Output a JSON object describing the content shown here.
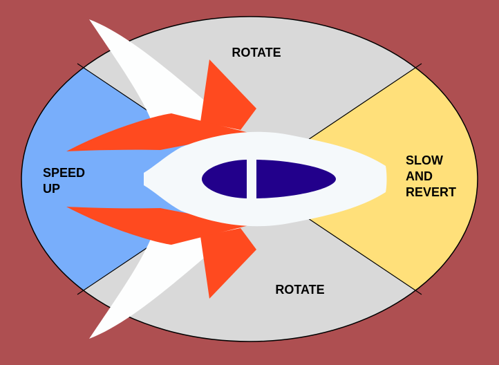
{
  "colors": {
    "background": "#ae4f51",
    "rotate_zone": "#d9d9d9",
    "speed_up_zone": "#78aefb",
    "slow_zone": "#ffe07a",
    "wing": "#fdfefe",
    "flame": "#ff4a1f",
    "hull": "#f5f9fb",
    "cockpit": "#22008b"
  },
  "zones": {
    "rotate_top": {
      "label": "ROTATE"
    },
    "rotate_bottom": {
      "label": "ROTATE"
    },
    "speed_up": {
      "lines": [
        "SPEED",
        "UP"
      ]
    },
    "slow_and_revert": {
      "lines": [
        "SLOW",
        "AND",
        "REVERT"
      ]
    }
  }
}
